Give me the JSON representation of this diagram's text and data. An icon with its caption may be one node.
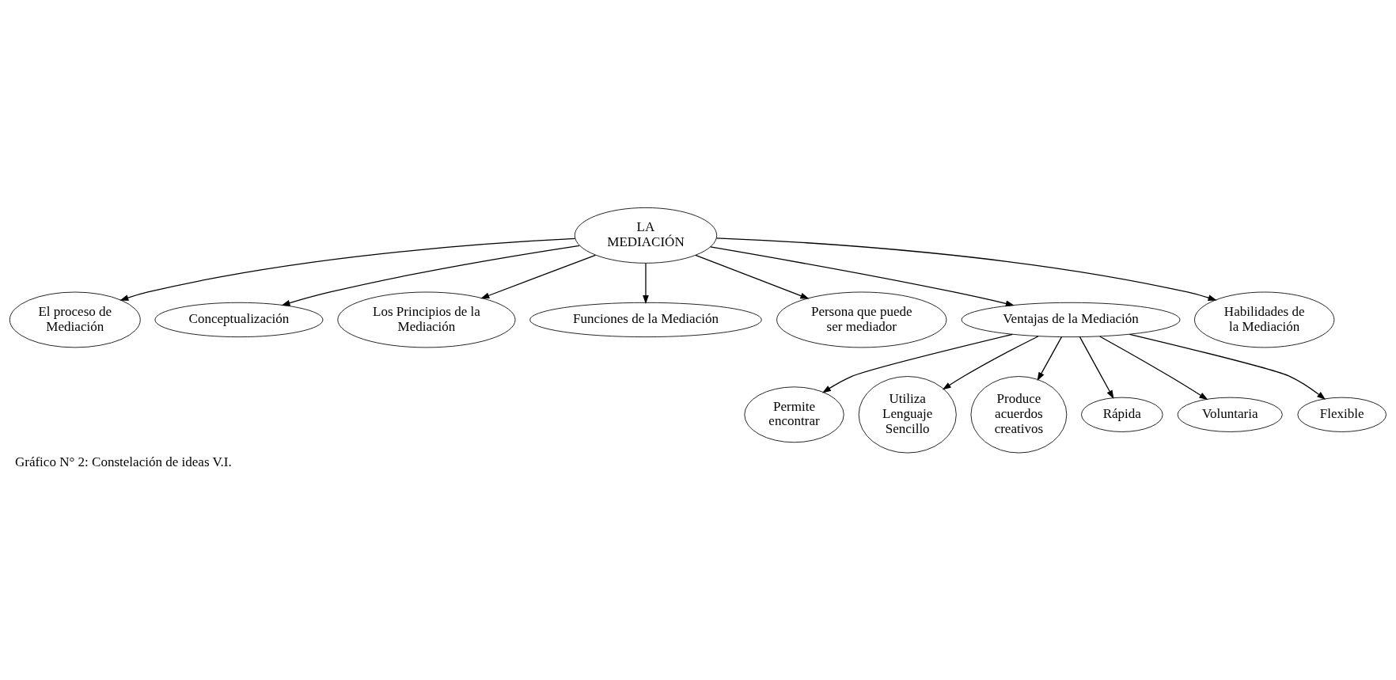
{
  "diagram": {
    "caption": "Gráfico N° 2: Constelación de ideas V.I.",
    "nodes": [
      {
        "text": [
          "LA MEDIACIÓN"
        ]
      },
      {
        "text": [
          "El proceso de Mediación"
        ]
      },
      {
        "text": [
          "Conceptualización"
        ]
      },
      {
        "text": [
          "Los Principios de la Mediación"
        ]
      },
      {
        "text": [
          "Funciones de la Mediación"
        ]
      },
      {
        "text": [
          "Persona que puede ser mediador"
        ]
      },
      {
        "text": [
          "Ventajas de la Mediación"
        ]
      },
      {
        "text": [
          "Habilidades de la Mediación"
        ]
      },
      {
        "text": [
          "Permite encontrar"
        ]
      },
      {
        "text": [
          "Utiliza Lenguaje Sencillo"
        ]
      },
      {
        "text": [
          "Produce acuerdos creativos"
        ]
      },
      {
        "text": [
          "Rápida"
        ]
      },
      {
        "text": [
          "Voluntaria"
        ]
      },
      {
        "text": [
          "Flexible"
        ]
      }
    ],
    "edges": [
      {
        "from": 0,
        "to": 1,
        "arrow": "to"
      },
      {
        "from": 0,
        "to": 2,
        "arrow": "to"
      },
      {
        "from": 0,
        "to": 3,
        "arrow": "to"
      },
      {
        "from": 0,
        "to": 4,
        "arrow": "to"
      },
      {
        "from": 0,
        "to": 5,
        "arrow": "to"
      },
      {
        "from": 0,
        "to": 6,
        "arrow": "to"
      },
      {
        "from": 0,
        "to": 7,
        "arrow": "to"
      },
      {
        "from": 6,
        "to": 8,
        "arrow": "to"
      },
      {
        "from": 6,
        "to": 9,
        "arrow": "to"
      },
      {
        "from": 6,
        "to": 10,
        "arrow": "to"
      },
      {
        "from": 6,
        "to": 11,
        "arrow": "to"
      },
      {
        "from": 6,
        "to": 12,
        "arrow": "to"
      },
      {
        "from": 6,
        "to": 13,
        "arrow": "to"
      }
    ]
  }
}
